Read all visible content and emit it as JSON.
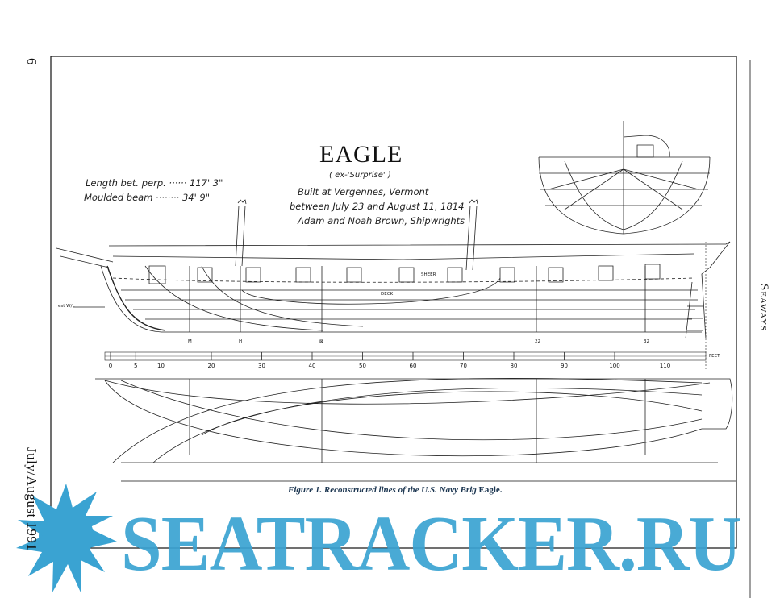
{
  "page_number": "6",
  "issue": "July/August 1991",
  "journal": "Seaways",
  "drawing": {
    "title": "EAGLE",
    "subtitle": "( ex-'Surprise' )",
    "built_line": "Built at Vergennes, Vermont",
    "dates_line": "between July 23 and August 11, 1814",
    "builders_line": "Adam and Noah Brown, Shipwrights",
    "dimensions": [
      {
        "label": "Length bet. perp. ······ 117' 3\""
      },
      {
        "label": "Moulded beam ········ 34' 9\""
      }
    ],
    "labels": {
      "waterline": "est W/L",
      "sheer": "SHEER",
      "deck": "DECK",
      "station_m": "M",
      "station_h": "H",
      "station_x": "⊠",
      "station_22": "22",
      "station_32": "32"
    },
    "scale": {
      "unit": "FEET",
      "ticks": [
        "0",
        "5",
        "10",
        "20",
        "30",
        "40",
        "50",
        "60",
        "70",
        "80",
        "90",
        "100",
        "110"
      ]
    }
  },
  "caption": {
    "prefix": "Figure 1. Reconstructed lines of the U.S. Navy Brig",
    "name": "Eagle."
  },
  "watermark": "SEATRACKER.RU",
  "colors": {
    "watermark": "#3aa3d2",
    "caption": "#1b3550"
  }
}
